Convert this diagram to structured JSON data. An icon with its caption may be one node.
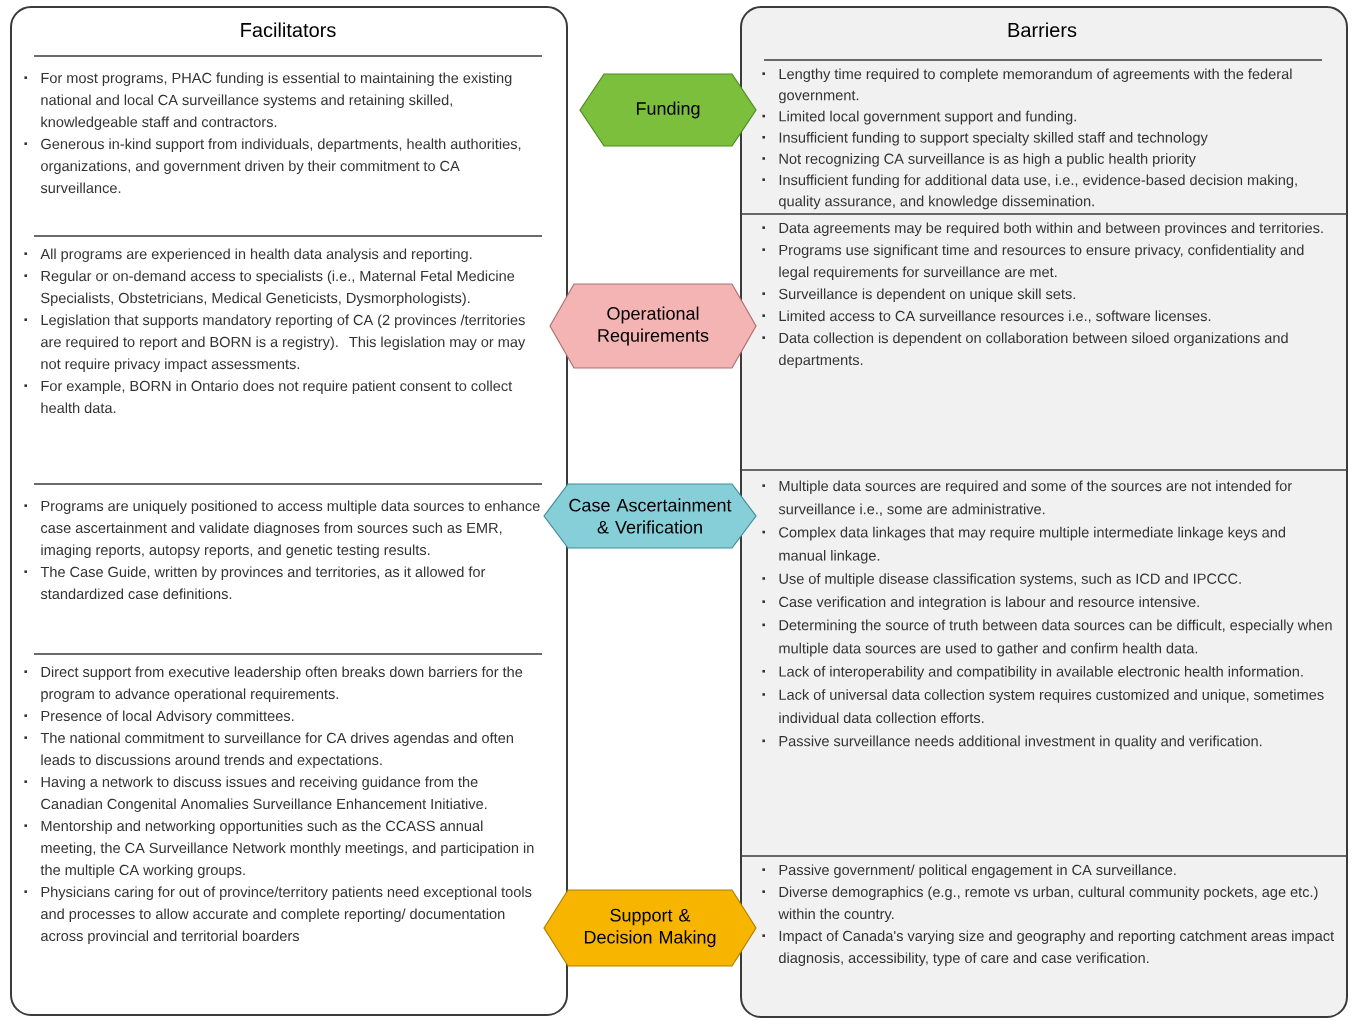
{
  "diagram": {
    "nodes": [
      {
        "text": [
          "Facilitators"
        ]
      },
      {
        "text": [
          "Barriers"
        ]
      },
      {
        "text": [
          "For most programs, PHAC funding is essential to maintaining the existing national and local CA surveillance systems and retaining skilled, knowledgeable staff and contractors.",
          "Generous in-kind support from individuals, departments, health authorities, organizations, and government driven by their commitment to CA surveillance."
        ],
        "in": 0
      },
      {
        "text": [
          "All programs are experienced in health data analysis and reporting.",
          "Regular or on-demand access to specialists (i.e., Maternal Fetal Medicine Specialists, Obstetricians, Medical Geneticists, Dysmorphologists).",
          "Legislation that supports mandatory reporting of CA (2 provinces /territories are required to report and BORN is a registry). This legislation may or may not require privacy impact assessments.",
          "For example, BORN in Ontario does not require patient consent to collect health data."
        ],
        "in": 0
      },
      {
        "text": [
          "Programs are uniquely positioned to access multiple data sources to enhance case ascertainment and validate diagnoses from sources such as EMR, imaging reports, autopsy reports, and genetic testing results.",
          "The Case Guide, written by provinces and territories, as it allowed for standardized case definitions."
        ],
        "in": 0
      },
      {
        "text": [
          "Direct support from executive leadership often breaks down barriers for the program to advance operational requirements.",
          "Presence of local Advisory committees.",
          "The national commitment to surveillance for CA drives agendas and often leads to discussions around trends and expectations.",
          "Having a network to discuss issues and receiving guidance from the Canadian Congenital Anomalies Surveillance Enhancement Initiative.",
          "Mentorship and networking opportunities such as the CCASS annual meeting, the CA Surveillance Network monthly meetings, and participation in the multiple CA working groups.",
          "Physicians caring for out of province/territory patients need exceptional tools and processes to allow accurate and complete reporting/ documentation across provincial and territorial boarders"
        ],
        "in": 0
      },
      {
        "text": [
          "Lengthy time required to complete memorandum of agreements with the federal government.",
          "Limited local government support and funding.",
          "Insufficient funding to support specialty skilled staff and technology",
          "Not recognizing CA surveillance is as high a public health priority",
          "Insufficient funding for additional data use, i.e., evidence-based decision making, quality assurance, and knowledge dissemination."
        ],
        "in": 1
      },
      {
        "text": [
          "Data agreements may be required both within and between provinces and territories.",
          "Programs use significant time and resources to ensure privacy, confidentiality and legal requirements for surveillance are met.",
          "Surveillance is dependent on unique skill sets.",
          "Limited access to CA surveillance resources i.e., software licenses.",
          "Data collection is dependent on collaboration between siloed organizations and departments."
        ],
        "in": 1
      },
      {
        "text": [
          "Multiple data sources are required and some of the sources are not intended for surveillance i.e., some are administrative.",
          "Complex data linkages that may require multiple intermediate linkage keys and manual linkage.",
          "Use of multiple disease classification systems, such as ICD and IPCCC.",
          "Case verification and integration is labour and resource intensive.",
          "Determining the source of truth between data sources can be difficult, especially when multiple data sources are used to gather and confirm health data.",
          "Lack of interoperability and compatibility in available electronic health information.",
          "Lack of universal data collection system requires customized and unique, sometimes individual data collection efforts.",
          "Passive surveillance needs additional investment in quality and verification."
        ],
        "in": 1
      },
      {
        "text": [
          "Passive government/ political engagement in CA surveillance.",
          "Diverse demographics (e.g., remote vs urban, cultural community pockets, age etc.) within the country.",
          "Impact of Canada's varying size and geography and reporting catchment areas impact diagnosis, accessibility, type of care and case verification."
        ],
        "in": 1
      },
      {
        "text": [
          "Funding"
        ]
      },
      {
        "text": [
          "Operational Requirements"
        ]
      },
      {
        "text": [
          "Case Ascertainment & Verification"
        ]
      },
      {
        "text": [
          "Support & Decision Making"
        ]
      }
    ],
    "edges": []
  }
}
